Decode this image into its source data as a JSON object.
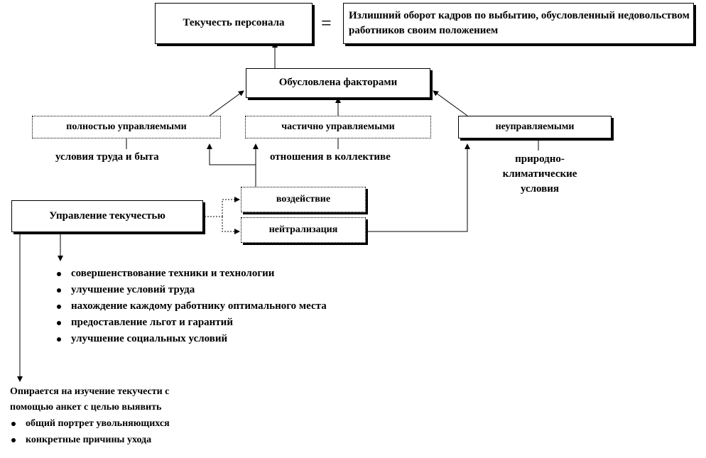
{
  "diagram": {
    "turnover": "Текучесть персонала",
    "equals_sign": "=",
    "definition": "Излишний оборот кадров по выбытию, обусловленный недовольством работников своим положением",
    "factors": "Обусловлена факторами",
    "fully_managed": "полностью управляемыми",
    "partially_managed": "частично управляемыми",
    "unmanaged": "неуправляемыми",
    "labor_conditions": "условия труда и быта",
    "team_relations": "отношения в коллективе",
    "climate_conditions": "природно-климатические условия",
    "management": "Управление текучестью",
    "influence": "воздействие",
    "neutralization": "нейтрализация",
    "measures": [
      "совершенствование техники и технологии",
      "улучшение условий труда",
      "нахождение каждому работнику оптимального места",
      "предоставление льгот и гарантий",
      "улучшение социальных условий"
    ],
    "study_text": "Опирается на изучение текучести с помощью анкет с целью выявить",
    "study_items": [
      "общий портрет увольняющихся",
      "конкретные причины ухода"
    ]
  }
}
